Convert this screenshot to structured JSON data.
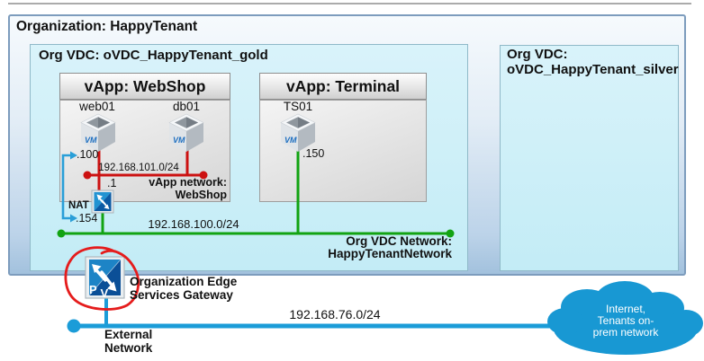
{
  "organization": {
    "title": "Organization: HappyTenant"
  },
  "vdc_gold": {
    "title": "Org VDC: oVDC_HappyTenant_gold"
  },
  "vdc_silver": {
    "title_line1": "Org VDC:",
    "title_line2": "oVDC_HappyTenant_silver"
  },
  "vapp_webshop": {
    "title": "vApp: WebShop",
    "vm1_name": "web01",
    "vm2_name": "db01",
    "vm1_ip": ".100",
    "gateway_ip": ".1",
    "network_cidr": "192.168.101.0/24",
    "network_label_line1": "vApp network:",
    "network_label_line2": "WebShop"
  },
  "vapp_terminal": {
    "title": "vApp: Terminal",
    "vm1_name": "TS01",
    "vm1_ip": ".150"
  },
  "nat": {
    "label": "NAT",
    "external_ip": ".154"
  },
  "org_network": {
    "cidr": "192.168.100.0/24",
    "label_line1": "Org VDC Network:",
    "label_line2": "HappyTenantNetwork"
  },
  "edge_gateway": {
    "label_line1": "Organization Edge",
    "label_line2": "Services Gateway",
    "icon_letter1": "P",
    "icon_letter2": "V"
  },
  "external_network": {
    "cidr": "192.168.76.0/24",
    "label_line1": "External",
    "label_line2": "Network"
  },
  "cloud": {
    "label_line1": "Internet,",
    "label_line2": "Tenants on-",
    "label_line3": "prem network"
  },
  "vm_icon_text": "VM",
  "colors": {
    "vapp_network_red": "#cc1111",
    "org_network_green": "#12a312",
    "external_network_blue": "#1b9cd8",
    "cloud_blue": "#1898d3",
    "annotation_red": "#e51c1c"
  }
}
